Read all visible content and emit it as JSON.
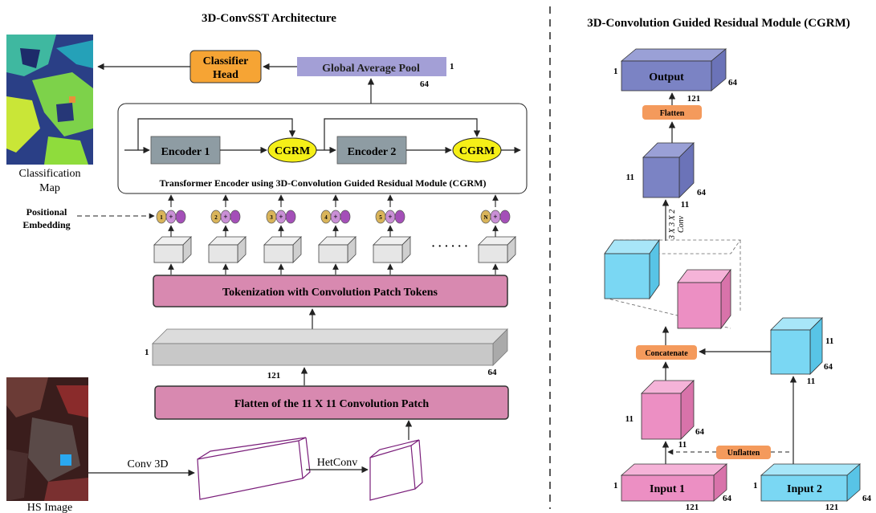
{
  "left": {
    "title": "3D-ConvSST Architecture",
    "classifier_head": [
      "Classifier",
      "Head"
    ],
    "global_avg_pool": "Global Average Pool",
    "gap_dim_1": "1",
    "gap_dim_64": "64",
    "encoder1": "Encoder 1",
    "encoder2": "Encoder 2",
    "cgrm": "CGRM",
    "transformer_caption": "Transformer Encoder using 3D-Convolution Guided Residual Module (CGRM)",
    "positional_embedding": [
      "Positional",
      "Embedding"
    ],
    "token_indices": [
      "1",
      "2",
      "3",
      "4",
      "5",
      "N"
    ],
    "ellipsis": "· · · · · ·",
    "tokenization": "Tokenization with Convolution Patch Tokens",
    "flat_dim_1": "1",
    "flat_dim_121": "121",
    "flat_dim_64": "64",
    "flatten_patch": "Flatten of the 11 X 11 Convolution Patch",
    "conv3d": "Conv 3D",
    "hetconv": "HetConv",
    "classification_map": [
      "Classification",
      "Map"
    ],
    "hs_image": "HS Image"
  },
  "right": {
    "title": "3D-Convolution Guided Residual Module (CGRM)",
    "output": "Output",
    "out_dim_1": "1",
    "out_dim_121": "121",
    "out_dim_64": "64",
    "flatten": "Flatten",
    "cube_dim_11a": "11",
    "cube_dim_11b": "11",
    "cube_dim_64": "64",
    "conv_label": [
      "3 X 3 X 2",
      "Conv"
    ],
    "concatenate": "Concatenate",
    "in2_cube_11a": "11",
    "in2_cube_64": "64",
    "in2_cube_11b": "11",
    "in1_cube_11a": "11",
    "in1_cube_64": "64",
    "in1_cube_11b": "11",
    "unflatten": "Unflatten",
    "input1": "Input 1",
    "input2": "Input 2",
    "in_dim_1": "1",
    "in_dim_121": "121",
    "in_dim_64": "64"
  },
  "colors": {
    "pink": "#d889b0",
    "pink_light": "#ec8fc3",
    "purple_box": "#a39fd6",
    "gray_box": "#8e9ca3",
    "yellow": "#f5ef17",
    "orange": "#f6a434",
    "orange_label": "#f49a5c",
    "blue_cube": "#7ad7f3",
    "violet_cube": "#7b83c4"
  }
}
